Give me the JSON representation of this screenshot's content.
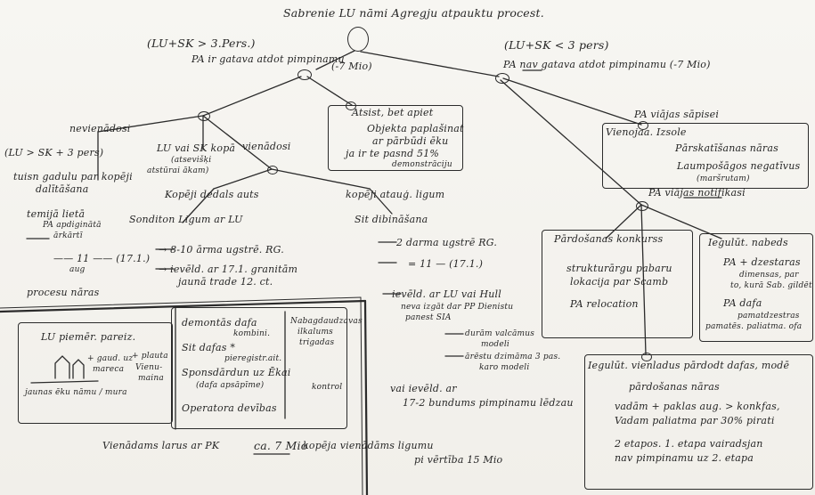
{
  "title": "Sabrenie LU nāmi  Agregju atpauktu procest.",
  "branches": {
    "left_condition": "(LU+SK > 3.Pers.)",
    "left_label": "PA ir gatava atdot pimpinamu",
    "left_amount": "(-7 Mio)",
    "right_condition": "(LU+SK < 3 pers)",
    "right_label": "PA nav gatava atdot pimpinamu (-7 Mio)"
  },
  "center_box": [
    "Atsist, bet apiet",
    "Objekta paplašinat",
    "ar pārbūdi ēku",
    "ja ir te pasnd 51%",
    "demonstrāciju"
  ],
  "left_tree": {
    "nevienadosi": "nevienādosi",
    "lu_sk": "(LU > SK + 3 pers)",
    "tuisn": "tuisn gadulu par kopēji",
    "tuisn2": "dalītāšana",
    "lu_sk_kopa": "LU vai SK kopā",
    "lu_sk_kopa2": "(atsevišķi",
    "lu_sk_kopa3": "atstūrai ākam)",
    "vienadosi": "vienādosi",
    "kopeji_dedala": "Kopēji dedals auts",
    "kopeji_ataug": "kopēji atauģ. ligum",
    "tamija": "temijā lietā",
    "tamija2": "PA apdiginātā",
    "tamija3": "ārkārtī",
    "sonditon": "Sonditon Ligum ar LU",
    "sit": "Sit dibināšana",
    "line_171": "—— 11 —— (17.1.)",
    "line_aug": "aug",
    "line_8_10": "→ 8-10 ārma ugstrē. RG.",
    "line_ieb": "→ ievēld. ar 17.1. granitām",
    "line_ieb2": "jaunā trade 12. ct.",
    "procesu": "procesu nāras"
  },
  "mid_tree": {
    "l1": "2 darma ugstrē RG.",
    "l2": "= 11 — (17.1.)",
    "l3": "ievēld. ar LU vai Hull",
    "l4": "neva izgāt dar PP Dienistu",
    "l5": "panest SIA",
    "l6": "durām valcāmus",
    "l7": "modeli",
    "l8": "ārēstu dzimāma 3 pas.",
    "l9": "karo modeli",
    "l10": "vai ievēld. ar",
    "l11": "17-2 bundums pimpinamu lēdzau"
  },
  "right_tree": {
    "pa_vienojas": "PA viājas sāpisei",
    "box_title": "Vienojaa. Izsole",
    "box_l1": "Pārskatīšanas nāras",
    "box_l2": "Laumpošāgos negatīvus",
    "box_l3": "(maršrutam)",
    "pa_vinojas": "PA viājas notifikasi",
    "paid_title": "Pārdošanas konkurss",
    "paid_l1": "strukturārgu pabaru",
    "paid_l2": "lokacija par Scamb",
    "paid_l3": "PA relocation",
    "iegul_title": "Iegulūt. nabeds",
    "iegul_l1": "PA + dzestaras",
    "iegul_l2": "dimensas, par",
    "iegul_l3": "to, kurā Sab. gildēt",
    "iegul_l4": "PA dafa",
    "iegul_l5": "pamatdzestras",
    "iegul_l6": "pamatēs. paliatma. ofa",
    "bottom_title": "Iegulūt. vienladus pārdodt dafas, modē",
    "bottom_l1": "pārdošanas nāras",
    "bottom_l2": "vadām + paklas aug. > konkfas,",
    "bottom_l3": "Vadam paliatma par 30% pirati",
    "bottom_l4": "2 etapos. 1. etapa vairadsjan",
    "bottom_l5": "nav pimpinamu uz 2. etapa"
  },
  "bottom_left": {
    "sketch_title": "LU piemēr. pareiz.",
    "sketch_l1": "+ gaud. uz",
    "sketch_l2": "mareca",
    "sketch_l3": "+ plauta",
    "sketch_l4": "Vienu-",
    "sketch_l5": "maina",
    "sketch_l6": "jaunas ēku nāmu / mura",
    "list1": "demontās dafa",
    "list1b": "kombini.",
    "list2": "Sit dafas *",
    "list2b": "pieregistr.ait.",
    "list3": "Sponsdārdun uz Ēkai",
    "list3b": "(dafa apsāpīme)",
    "list4": "Operatora devības",
    "note_a": "Nabagdaudzavas",
    "note_b": "ilkalums",
    "note_c": "trigadas",
    "note_d": "kontrol"
  },
  "footer": {
    "left": "Vienādams larus ar PK",
    "mid_a": "ca. 7 Mio",
    "mid_b": "kopēja vienādāms ligumu",
    "mid_c": "pi vērtība 15 Mio"
  }
}
